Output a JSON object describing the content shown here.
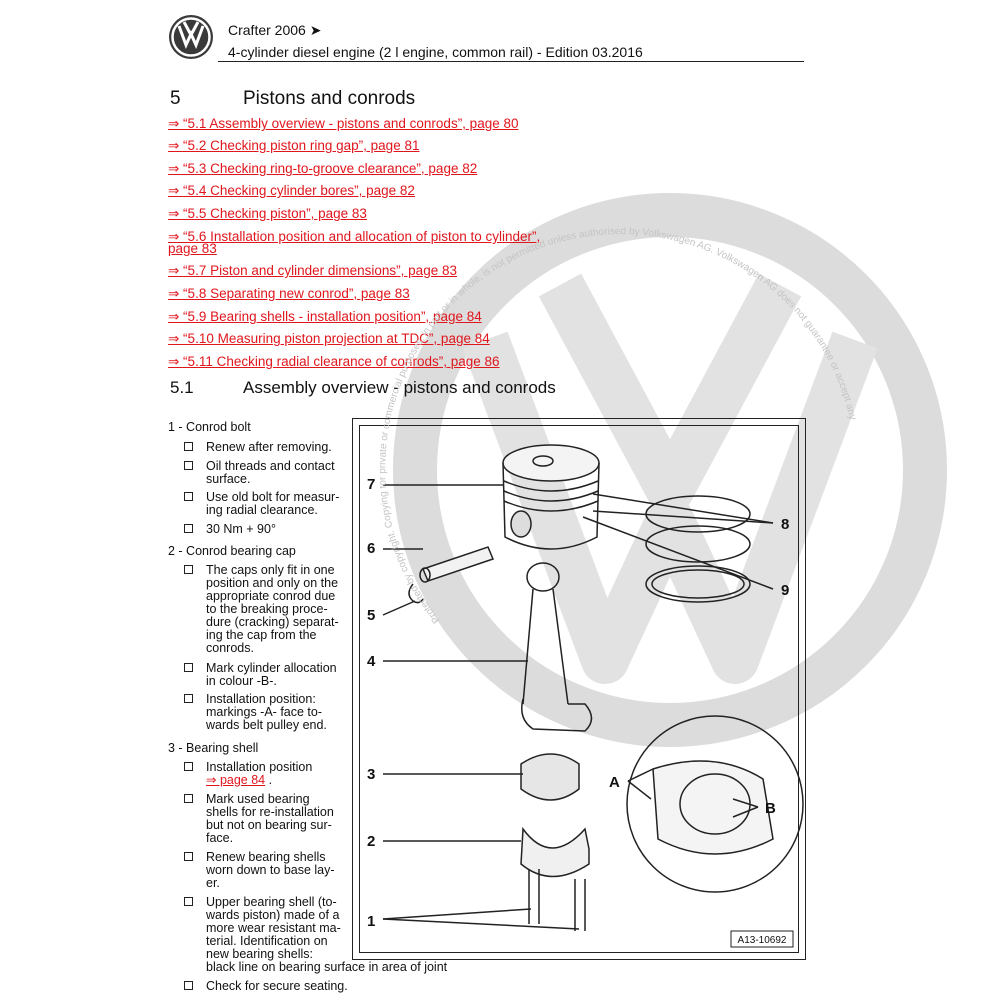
{
  "header": {
    "title": "Crafter 2006 ➤",
    "subtitle": "4-cylinder diesel engine (2 l engine, common rail) - Edition 03.2016"
  },
  "section": {
    "number": "5",
    "title": "Pistons and conrods"
  },
  "toc": [
    "⇒ “5.1 Assembly overview - pistons and conrods”, page 80",
    "⇒ “5.2 Checking piston ring gap”, page 81",
    "⇒ “5.3 Checking ring-to-groove clearance”, page 82",
    "⇒ “5.4 Checking cylinder bores”, page 82",
    "⇒ “5.5 Checking piston”, page 83",
    "⇒ “5.6 Installation position and allocation of piston to cylinder”,",
    "page 83",
    "⇒ “5.7 Piston and cylinder dimensions”, page 83",
    "⇒ “5.8 Separating new conrod”, page 83",
    "⇒ “5.9 Bearing shells - installation position”, page 84",
    "⇒ “5.10 Measuring piston projection at TDC”, page 84",
    "⇒ “5.11 Checking radial clearance of conrods”, page 86"
  ],
  "subsection": {
    "number": "5.1",
    "title": "Assembly overview - pistons and conrods"
  },
  "items": [
    {
      "title": "1 - Conrod bolt",
      "bullets": [
        [
          "Renew after removing."
        ],
        [
          "Oil threads and contact",
          "surface."
        ],
        [
          "Use old bolt for measur-",
          "ing radial clearance."
        ],
        [
          "30 Nm + 90°"
        ]
      ]
    },
    {
      "title": "2 - Conrod bearing cap",
      "bullets": [
        [
          "The caps only fit in one",
          "position and only on the",
          "appropriate conrod due",
          "to the breaking proce-",
          "dure (cracking) separat-",
          "ing the cap from the",
          "conrods."
        ],
        [
          "Mark cylinder allocation",
          "in colour -B-."
        ],
        [
          "Installation position:",
          "markings -A- face to-",
          "wards belt pulley end."
        ]
      ]
    },
    {
      "title": "3 - Bearing shell",
      "bullets": [
        [
          "Installation position"
        ],
        [
          "Mark used bearing",
          "shells for re-installation",
          "but not on bearing sur-",
          "face."
        ],
        [
          "Renew bearing shells",
          "worn down to base lay-",
          "er."
        ],
        [
          "Upper bearing shell (to-",
          "wards piston) made of a",
          "more wear resistant ma-",
          "terial. Identification on",
          "new bearing shells:",
          "black line on bearing surface in area of joint"
        ],
        [
          "Check for secure seating."
        ]
      ],
      "link": "⇒ page 84",
      "link_suffix": " ."
    }
  ],
  "figure": {
    "labels": [
      "7",
      "6",
      "5",
      "4",
      "3",
      "2",
      "1",
      "8",
      "9",
      "A",
      "B"
    ],
    "ref": "A13-10692"
  },
  "watermark": {
    "text": "Protected by copyright. Copying for private or commercial purposes, in part or in whole, is not permitted unless authorised by Volkswagen AG. Volkswagen AG does not guarantee or accept any liability"
  },
  "colors": {
    "link": "#e0161d",
    "watermark": "#d9d9d9"
  }
}
